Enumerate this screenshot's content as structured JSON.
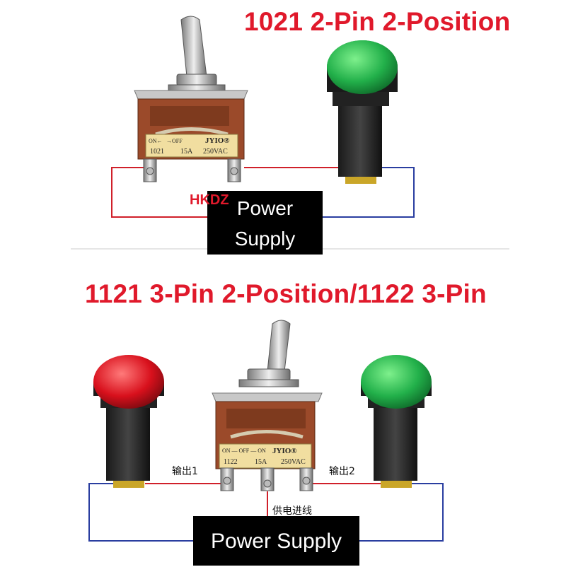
{
  "titles": {
    "top": "1021 2-Pin 2-Position",
    "bottom": "1121 3-Pin 2-Position/1122 3-Pin"
  },
  "watermark": "HKDZ",
  "power_supply_top": [
    "Power",
    "Supply"
  ],
  "power_supply_bottom": "Power Supply",
  "switch_top": {
    "brand": "JYIO®",
    "on": "ON",
    "off": "OFF",
    "model": "1021",
    "current": "15A",
    "voltage": "250VAC"
  },
  "switch_bottom": {
    "brand": "JYIO®",
    "on_off_on": "ON — OFF — ON",
    "model": "1122",
    "current": "15A",
    "voltage": "250VAC"
  },
  "labels_cn": {
    "output1": "输出1",
    "output2": "输出2",
    "power_in": "供电进线"
  },
  "colors": {
    "title": "#e0192b",
    "wire_red": "#d0202a",
    "wire_blue": "#2a3ea0",
    "switch_body": "#9b4a2a",
    "lamp_green": "#22b04a",
    "lamp_red": "#d8101c"
  }
}
